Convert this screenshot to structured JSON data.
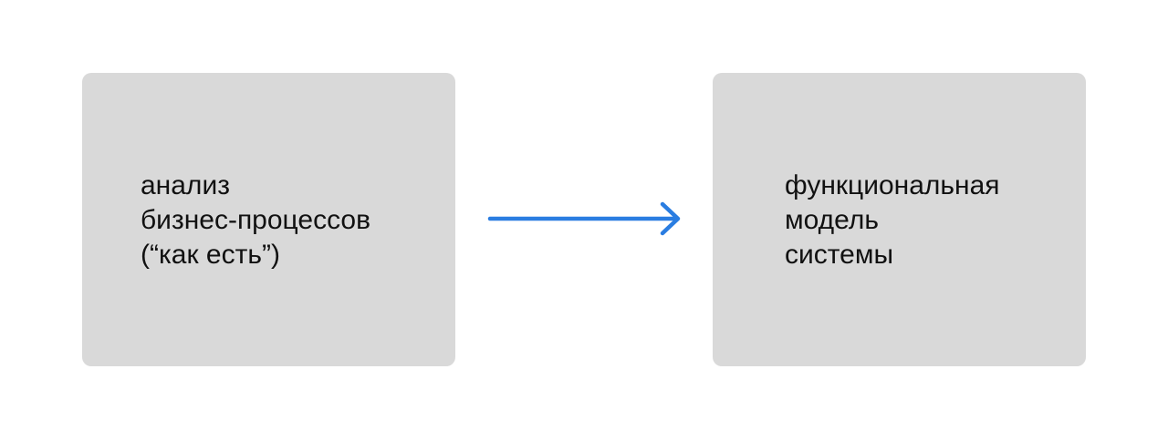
{
  "colors": {
    "background": "#ffffff",
    "box_fill": "#d9d9d9",
    "text": "#111111",
    "arrow": "#2a7de1"
  },
  "nodes": [
    {
      "lines": [
        "анализ",
        "бизнес-процессов",
        "(“как есть”)"
      ]
    },
    {
      "lines": [
        "функциональная",
        "модель",
        "системы"
      ]
    }
  ],
  "edges": [
    {
      "from": 0,
      "to": 1,
      "icon": "arrow-right-icon"
    }
  ]
}
